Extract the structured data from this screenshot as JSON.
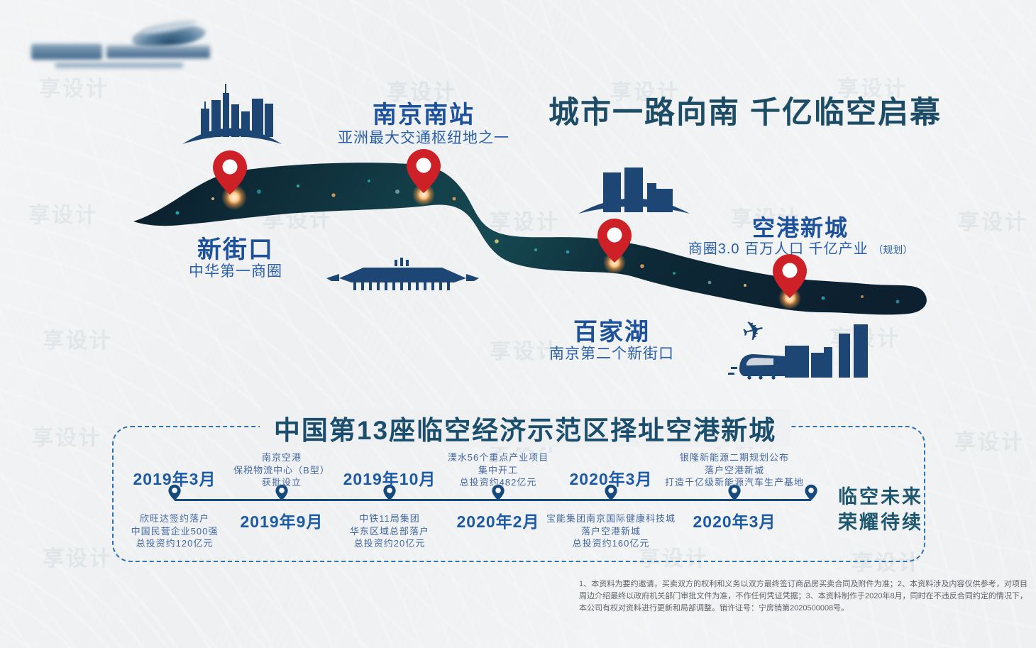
{
  "header": {
    "title": "城市一路向南 千亿临空启幕"
  },
  "watermark": {
    "text": "享设计"
  },
  "colors": {
    "background": "#eef0f1",
    "heading_teal_blue": "#1d4c66",
    "location_blue": "#1d519c",
    "date_blue": "#1d5aa6",
    "icon_navy": "#1d4675",
    "pin_red": "#ce2127",
    "timeline_navy": "#17497a",
    "dashed_border_blue": "#3272ac"
  },
  "map": {
    "airplane_glyph": "✈",
    "locations": [
      {
        "name": "新街口",
        "subtitle": "中华第一商圈"
      },
      {
        "name": "南京南站",
        "subtitle": "亚洲最大交通枢纽地之一"
      },
      {
        "name": "百家湖",
        "subtitle": "南京第二个新街口"
      },
      {
        "name": "空港新城",
        "subtitle": "商圈3.0 百万人口  千亿产业",
        "subtitle_note": "（规划）"
      }
    ]
  },
  "section": {
    "title": "中国第13座临空经济示范区择址空港新城"
  },
  "timeline": {
    "milestones": [
      {
        "date": "2019年3月",
        "date_position": "above",
        "lines": [
          "欣旺达签约落户",
          "中国民营企业500强",
          "总投资约120亿元"
        ]
      },
      {
        "date": "2019年9月",
        "date_position": "below",
        "lines": [
          "南京空港",
          "保税物流中心（B型）",
          "获批设立"
        ]
      },
      {
        "date": "2019年10月",
        "date_position": "above",
        "lines": [
          "中铁11局集团",
          "华东区域总部落户",
          "总投资约20亿元"
        ]
      },
      {
        "date": "2020年2月",
        "date_position": "below",
        "lines": [
          "溧水56个重点产业项目",
          "集中开工",
          "总投资约482亿元"
        ]
      },
      {
        "date": "2020年3月",
        "date_position": "above",
        "lines": [
          "宝能集团南京国际健康科技城",
          "落户空港新城",
          "总投资约160亿元"
        ]
      },
      {
        "date": "2020年3月",
        "date_position": "below",
        "lines": [
          "银隆新能源二期规划公布",
          "落户空港新城",
          "打造千亿级新能源汽车生产基地"
        ]
      }
    ],
    "ending_line1": "临空未来",
    "ending_line2": "荣耀待续"
  },
  "footer": {
    "disclaimer": "1、本资料为要约邀请，买卖双方的权利和义务以双方最终签订商品房买卖合同及附件为准；2、本资料涉及内容仅供参考，对项目周边介绍最终以政府机关部门审批文件为准，不作任何凭证凭据；3、本资料制作于2020年8月，同时在不违反合同约定的情况下，本公司有权对资料进行更新和局部调整。销许证号：宁房销第2020500008号。"
  }
}
